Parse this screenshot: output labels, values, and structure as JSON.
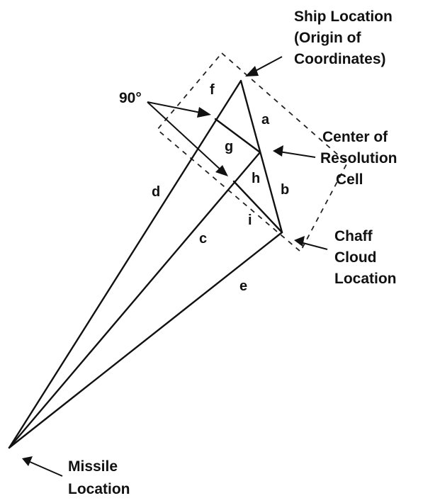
{
  "labels": {
    "ship_location": [
      "Ship Location",
      "(Origin of",
      "Coordinates)"
    ],
    "angle": "90°",
    "center_cell": [
      "Center of",
      "Resolution",
      "Cell"
    ],
    "chaff_cloud": [
      "Chaff",
      "Cloud",
      "Location"
    ],
    "missile_location": [
      "Missile",
      "Location"
    ]
  },
  "segments": {
    "a": "a",
    "b": "b",
    "c": "c",
    "d": "d",
    "e": "e",
    "f": "f",
    "g": "g",
    "h": "h",
    "i": "i"
  }
}
